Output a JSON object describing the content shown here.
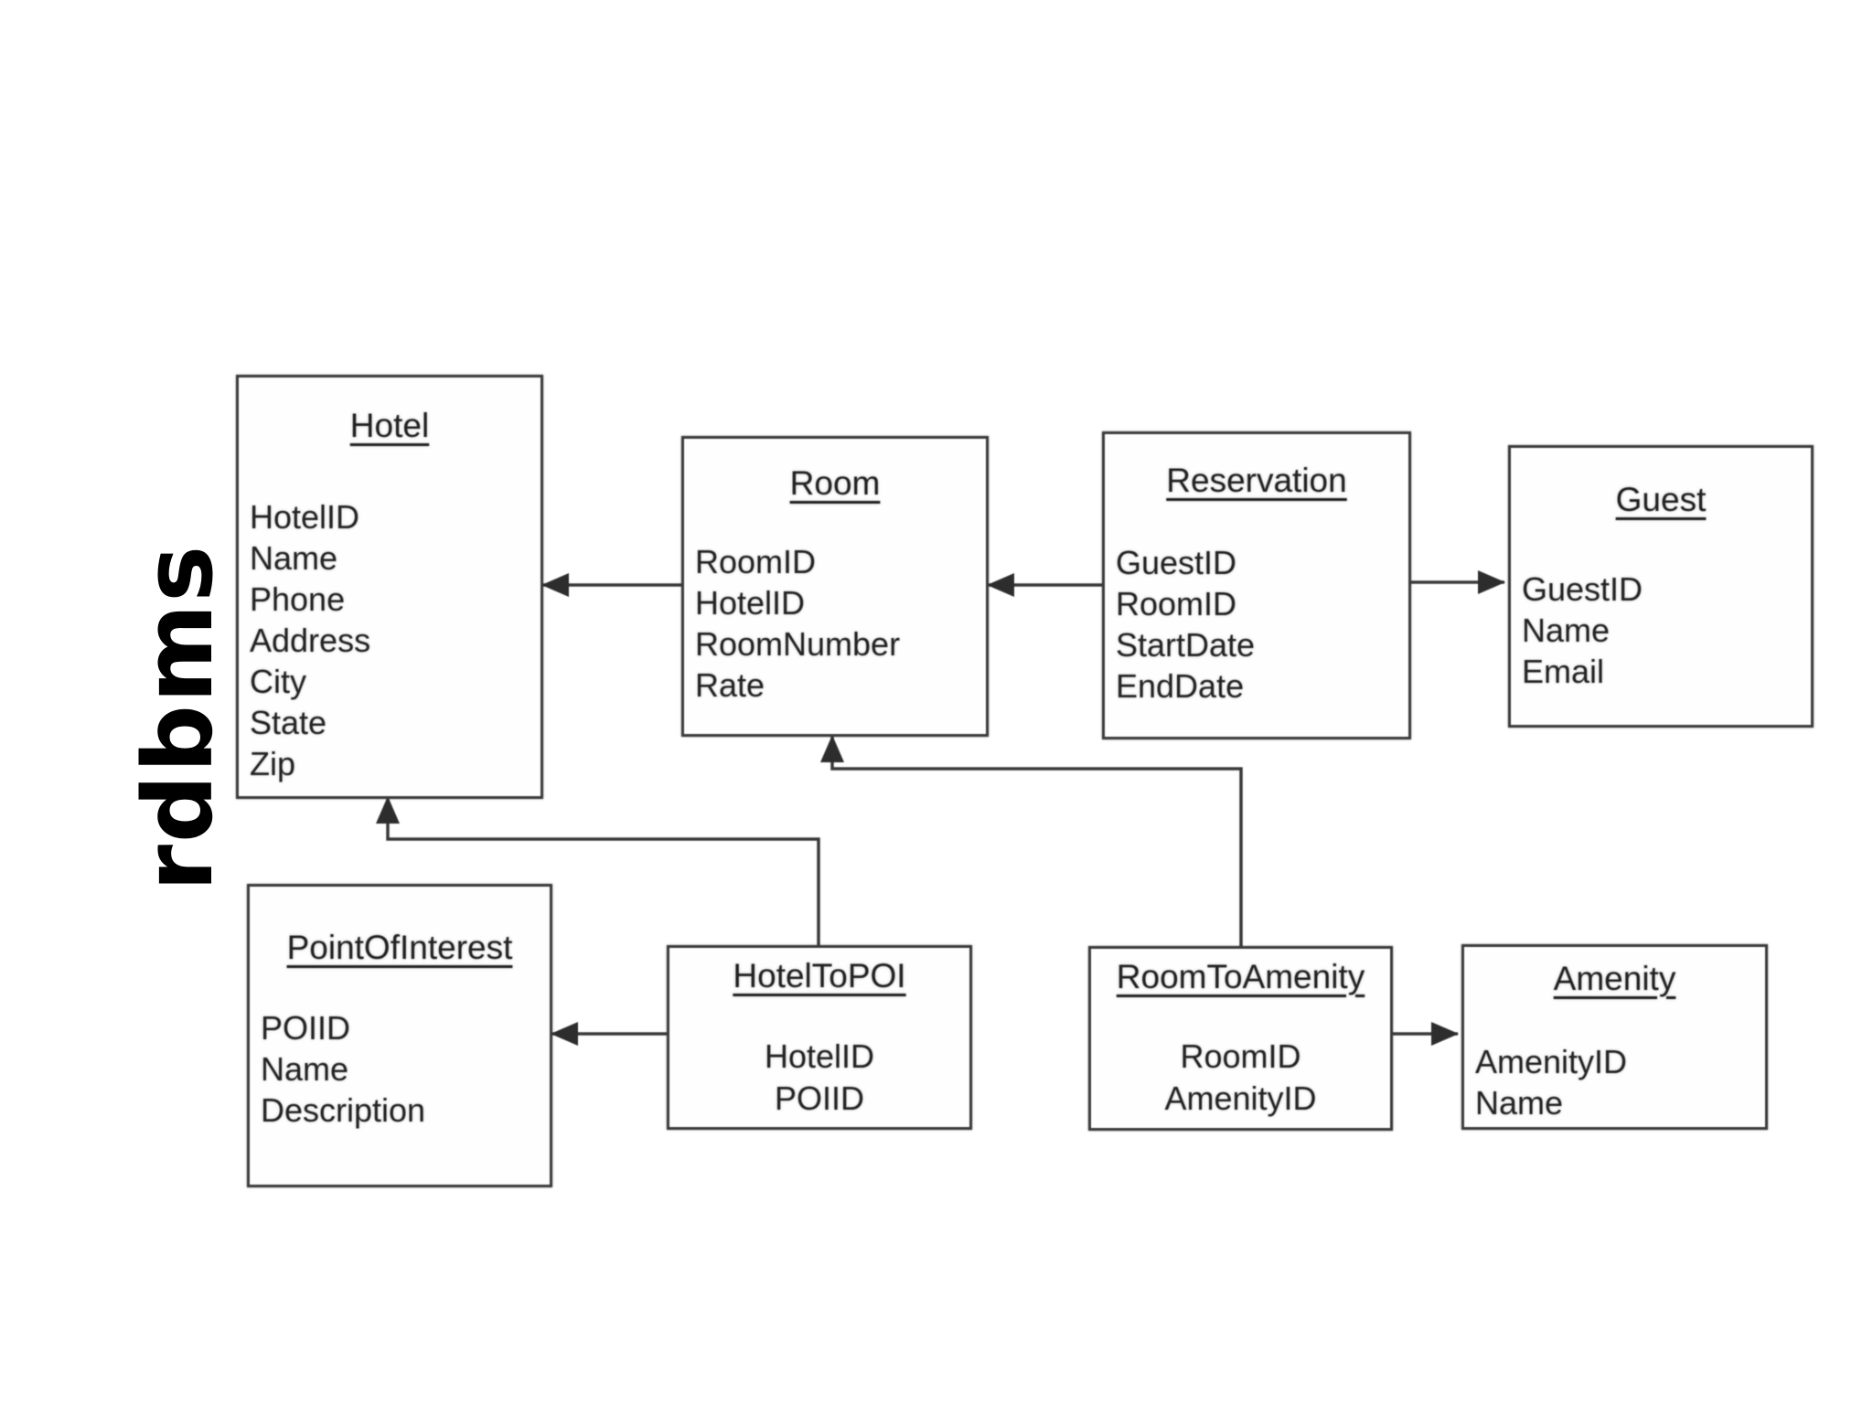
{
  "page_label": "rdbms",
  "diagram": {
    "type": "er-schema",
    "colors": {
      "line": "#3a3a3a",
      "text": "#242424",
      "background": "#ffffff"
    },
    "entities": [
      {
        "id": "hotel",
        "title": "Hotel",
        "fields": [
          "HotelID",
          "Name",
          "Phone",
          "Address",
          "City",
          "State",
          "Zip"
        ]
      },
      {
        "id": "room",
        "title": "Room",
        "fields": [
          "RoomID",
          "HotelID",
          "RoomNumber",
          "Rate"
        ]
      },
      {
        "id": "reservation",
        "title": "Reservation",
        "fields": [
          "GuestID",
          "RoomID",
          "StartDate",
          "EndDate"
        ]
      },
      {
        "id": "guest",
        "title": "Guest",
        "fields": [
          "GuestID",
          "Name",
          "Email"
        ]
      },
      {
        "id": "pointofinterest",
        "title": "PointOfInterest",
        "fields": [
          "POIID",
          "Name",
          "Description"
        ]
      },
      {
        "id": "hoteltopoi",
        "title": "HotelToPOI",
        "fields": [
          "HotelID",
          "POIID"
        ]
      },
      {
        "id": "roomtoamenity",
        "title": "RoomToAmenity",
        "fields": [
          "RoomID",
          "AmenityID"
        ]
      },
      {
        "id": "amenity",
        "title": "Amenity",
        "fields": [
          "AmenityID",
          "Name"
        ]
      }
    ],
    "relationships": [
      {
        "from": "Room",
        "to": "Hotel"
      },
      {
        "from": "Reservation",
        "to": "Room"
      },
      {
        "from": "Reservation",
        "to": "Guest"
      },
      {
        "from": "HotelToPOI",
        "to": "PointOfInterest"
      },
      {
        "from": "HotelToPOI",
        "to": "Hotel"
      },
      {
        "from": "RoomToAmenity",
        "to": "Room"
      },
      {
        "from": "RoomToAmenity",
        "to": "Amenity"
      }
    ]
  }
}
